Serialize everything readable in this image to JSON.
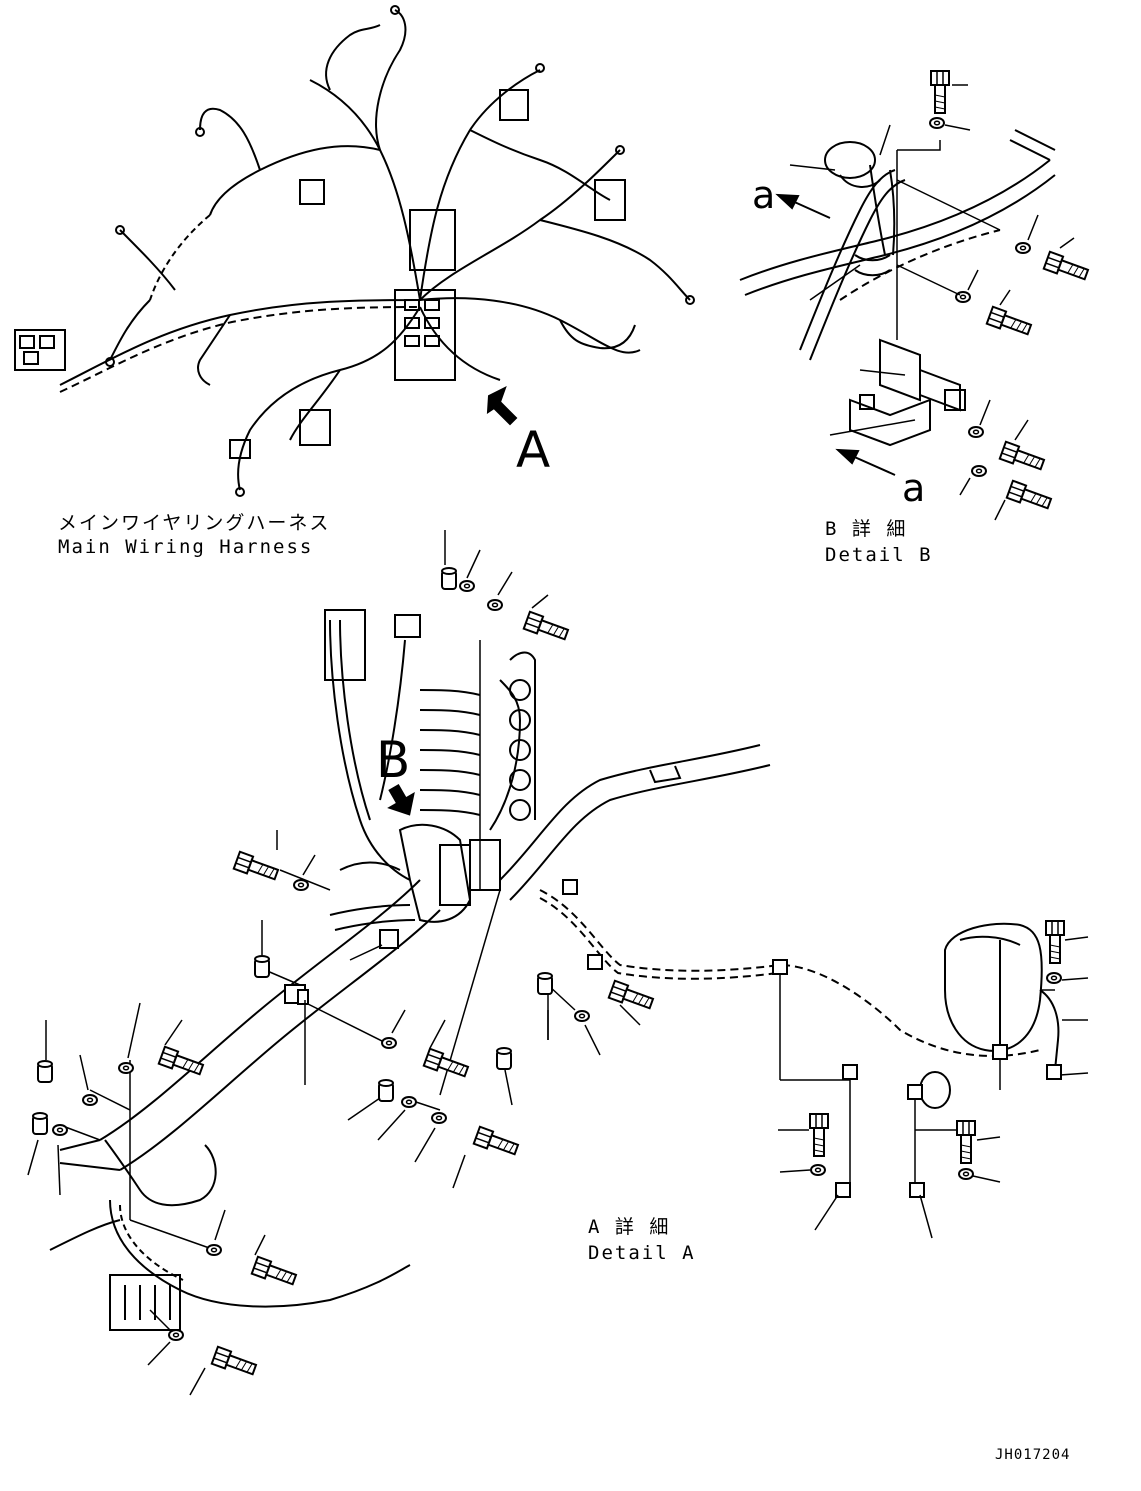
{
  "labels": {
    "view_a": "A",
    "view_b": "B",
    "arrow_a_top": "a",
    "arrow_a_bottom": "a"
  },
  "captions": {
    "main_harness_jp": "メインワイヤリングハーネス",
    "main_harness_en": "Main Wiring Harness",
    "detail_b_jp": "B 詳 細",
    "detail_b_en": "Detail B",
    "detail_a_jp": "A 詳 細",
    "detail_a_en": "Detail A"
  },
  "drawing_code": "JH017204",
  "colors": {
    "ink": "#000000",
    "paper": "#ffffff"
  }
}
